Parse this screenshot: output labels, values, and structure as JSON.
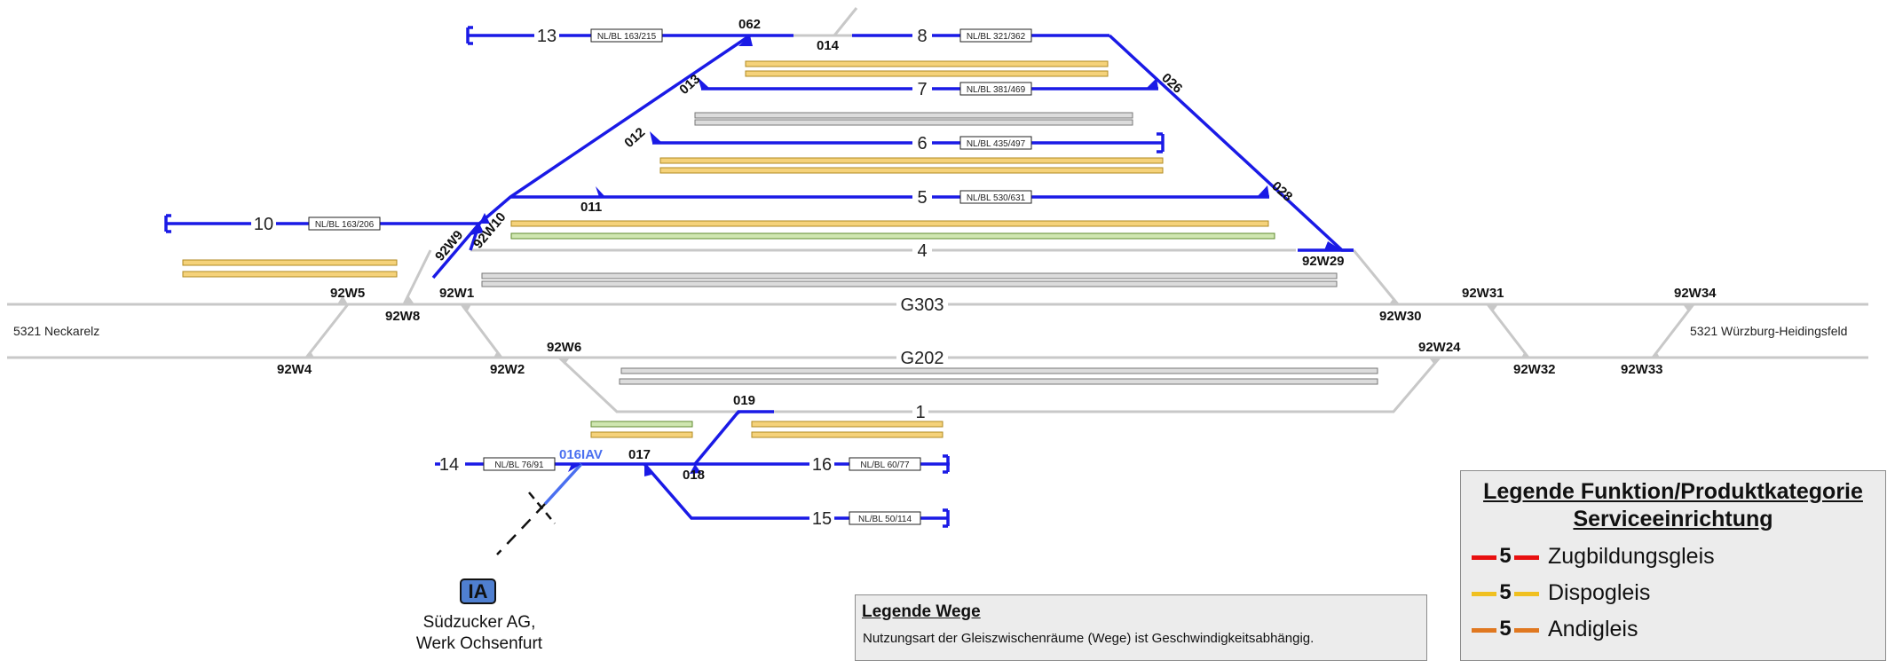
{
  "stations": {
    "left": "5321 Neckarelz",
    "right": "5321 Würzburg-Heidingsfeld"
  },
  "tracks": {
    "t13": "13",
    "t8": "8",
    "t7": "7",
    "t6": "6",
    "t5": "5",
    "t10": "10",
    "t4": "4",
    "g303": "G303",
    "g202": "G202",
    "t1": "1",
    "t14": "14",
    "t16": "16",
    "t15": "15"
  },
  "nl_labels": {
    "t13": "NL/BL 163/215",
    "t8": "NL/BL 321/362",
    "t7": "NL/BL 381/469",
    "t6": "NL/BL 435/497",
    "t5": "NL/BL 530/631",
    "t10": "NL/BL 163/206",
    "t14": "NL/BL 76/91",
    "t16": "NL/BL 60/77",
    "t15": "NL/BL 50/114"
  },
  "switches": {
    "s062": "062",
    "s014": "014",
    "s013": "013",
    "s026": "026",
    "s012": "012",
    "s011": "011",
    "s028": "028",
    "w9": "92W9",
    "w10": "92W10",
    "w29": "92W29",
    "w5": "92W5",
    "w1": "92W1",
    "w8": "92W8",
    "w31": "92W31",
    "w34": "92W34",
    "w30": "92W30",
    "w4": "92W4",
    "w2": "92W2",
    "w6": "92W6",
    "w24": "92W24",
    "w32": "92W32",
    "w33": "92W33",
    "s019": "019",
    "s016": "016IAV",
    "s017": "017",
    "s018": "018"
  },
  "colors": {
    "main_track": "#1a1ae6",
    "grey_track": "#c8c8c8",
    "switch_016": "#4a6ff0",
    "dispo": "#f0c020",
    "zugbildung": "#e81010",
    "andigleis": "#e07820",
    "wege_green": "#7cba3c"
  },
  "siding": {
    "badge": "IA",
    "name_line1": "Südzucker AG,",
    "name_line2": "Werk Ochsenfurt"
  },
  "legend_funktion": {
    "title_line1": "Legende Funktion/Produktkategorie",
    "title_line2": "Serviceeinrichtung",
    "items": [
      {
        "num": "5",
        "label": "Zugbildungsgleis"
      },
      {
        "num": "5",
        "label": "Dispogleis"
      },
      {
        "num": "5",
        "label": "Andigleis"
      }
    ]
  },
  "legend_wege": {
    "title": "Legende Wege",
    "text": "Nutzungsart der Gleiszwischenräume (Wege) ist Geschwindigkeitsabhängig."
  }
}
